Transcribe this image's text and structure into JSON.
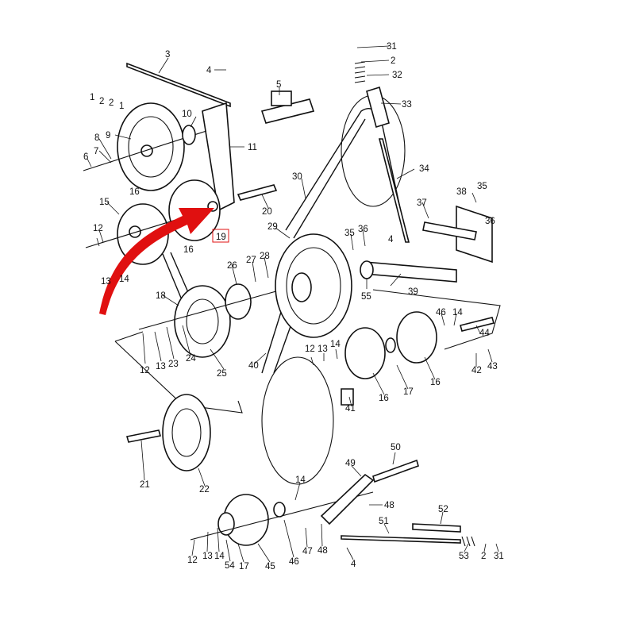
{
  "callouts": [
    {
      "id": "l-31-top",
      "text": "31"
    },
    {
      "id": "l-2-top",
      "text": "2"
    },
    {
      "id": "l-32",
      "text": "32"
    },
    {
      "id": "l-33",
      "text": "33"
    },
    {
      "id": "l-3",
      "text": "3"
    },
    {
      "id": "l-4-top",
      "text": "4"
    },
    {
      "id": "l-5",
      "text": "5"
    },
    {
      "id": "l-1a",
      "text": "1"
    },
    {
      "id": "l-2a",
      "text": "2"
    },
    {
      "id": "l-2b",
      "text": "2"
    },
    {
      "id": "l-1b",
      "text": "1"
    },
    {
      "id": "l-10",
      "text": "10"
    },
    {
      "id": "l-9",
      "text": "9"
    },
    {
      "id": "l-8",
      "text": "8"
    },
    {
      "id": "l-7",
      "text": "7"
    },
    {
      "id": "l-6",
      "text": "6"
    },
    {
      "id": "l-11",
      "text": "11"
    },
    {
      "id": "l-34",
      "text": "34"
    },
    {
      "id": "l-30",
      "text": "30"
    },
    {
      "id": "l-16a",
      "text": "16"
    },
    {
      "id": "l-20",
      "text": "20"
    },
    {
      "id": "l-37",
      "text": "37"
    },
    {
      "id": "l-38",
      "text": "38"
    },
    {
      "id": "l-35a",
      "text": "35"
    },
    {
      "id": "l-36a",
      "text": "36"
    },
    {
      "id": "l-15",
      "text": "15"
    },
    {
      "id": "l-19",
      "text": "19"
    },
    {
      "id": "l-29",
      "text": "29"
    },
    {
      "id": "l-35b",
      "text": "35"
    },
    {
      "id": "l-36b",
      "text": "36"
    },
    {
      "id": "l-4-mid",
      "text": "4"
    },
    {
      "id": "l-12a",
      "text": "12"
    },
    {
      "id": "l-14a",
      "text": "14"
    },
    {
      "id": "l-13a",
      "text": "13"
    },
    {
      "id": "l-16b",
      "text": "16"
    },
    {
      "id": "l-26",
      "text": "26"
    },
    {
      "id": "l-27",
      "text": "27"
    },
    {
      "id": "l-28",
      "text": "28"
    },
    {
      "id": "l-55",
      "text": "55"
    },
    {
      "id": "l-39",
      "text": "39"
    },
    {
      "id": "l-18",
      "text": "18"
    },
    {
      "id": "l-46a",
      "text": "46"
    },
    {
      "id": "l-14b",
      "text": "14"
    },
    {
      "id": "l-44",
      "text": "44"
    },
    {
      "id": "l-12b",
      "text": "12"
    },
    {
      "id": "l-13b",
      "text": "13"
    },
    {
      "id": "l-23",
      "text": "23"
    },
    {
      "id": "l-24",
      "text": "24"
    },
    {
      "id": "l-25",
      "text": "25"
    },
    {
      "id": "l-40",
      "text": "40"
    },
    {
      "id": "l-12c",
      "text": "12"
    },
    {
      "id": "l-13c",
      "text": "13"
    },
    {
      "id": "l-14c",
      "text": "14"
    },
    {
      "id": "l-42",
      "text": "42"
    },
    {
      "id": "l-43",
      "text": "43"
    },
    {
      "id": "l-16c",
      "text": "16"
    },
    {
      "id": "l-17a",
      "text": "17"
    },
    {
      "id": "l-16d",
      "text": "16"
    },
    {
      "id": "l-41",
      "text": "41"
    },
    {
      "id": "l-21",
      "text": "21"
    },
    {
      "id": "l-22",
      "text": "22"
    },
    {
      "id": "l-50",
      "text": "50"
    },
    {
      "id": "l-49",
      "text": "49"
    },
    {
      "id": "l-14d",
      "text": "14"
    },
    {
      "id": "l-48a",
      "text": "48"
    },
    {
      "id": "l-52",
      "text": "52"
    },
    {
      "id": "l-51",
      "text": "51"
    },
    {
      "id": "l-12d",
      "text": "12"
    },
    {
      "id": "l-13d",
      "text": "13"
    },
    {
      "id": "l-14e",
      "text": "14"
    },
    {
      "id": "l-54",
      "text": "54"
    },
    {
      "id": "l-17b",
      "text": "17"
    },
    {
      "id": "l-45",
      "text": "45"
    },
    {
      "id": "l-46b",
      "text": "46"
    },
    {
      "id": "l-47",
      "text": "47"
    },
    {
      "id": "l-48b",
      "text": "48"
    },
    {
      "id": "l-4-bot",
      "text": "4"
    },
    {
      "id": "l-53",
      "text": "53"
    },
    {
      "id": "l-2-bot",
      "text": "2"
    },
    {
      "id": "l-31-bot",
      "text": "31"
    }
  ],
  "highlight": {
    "text": "19",
    "color": "#e01010"
  },
  "arrow": {
    "color": "#e01010"
  }
}
